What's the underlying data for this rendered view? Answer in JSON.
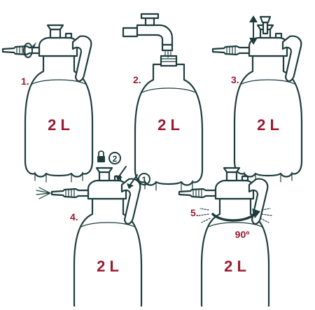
{
  "colors": {
    "outline": "#1f3c3c",
    "accent": "#9b1b30",
    "background": "#ffffff"
  },
  "steps": [
    {
      "number": "1.",
      "capacity": "2 L",
      "action": "rotate-nozzle"
    },
    {
      "number": "2.",
      "capacity": "2 L",
      "action": "fill-from-tap"
    },
    {
      "number": "3.",
      "capacity": "2 L",
      "action": "pump-handle"
    },
    {
      "number": "4.",
      "capacity": "2 L",
      "action": "spray"
    },
    {
      "number": "5.",
      "capacity": "2 L",
      "action": "release-pressure"
    }
  ],
  "step4": {
    "sequence_labels": [
      "2",
      "1"
    ]
  },
  "step5": {
    "angle_label": "90º"
  },
  "icons": [
    "rotate-arrow-icon",
    "water-tap-icon",
    "up-down-arrow-icon",
    "lock-icon",
    "rotate-90-arrow-icon"
  ]
}
